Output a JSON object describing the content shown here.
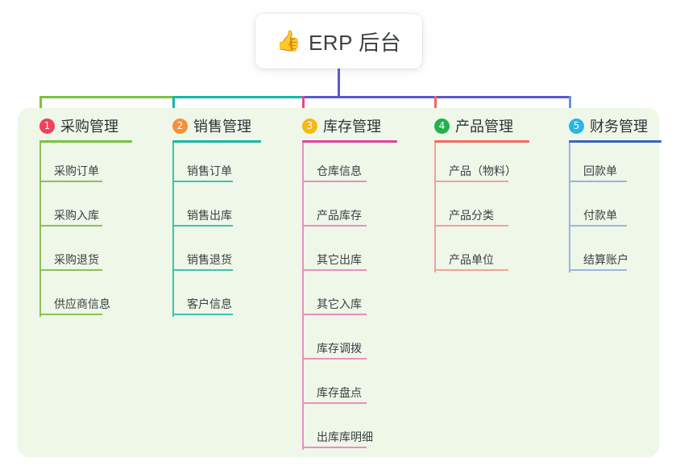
{
  "diagram": {
    "type": "mindmap",
    "root": {
      "emoji": "👍",
      "icon_name": "thumbs-up-emoji",
      "title": "ERP 后台"
    },
    "panel_bg": "#eef7e8",
    "stem_color": "#5a5ad2",
    "bus_segments": [
      {
        "name": "bus-green",
        "color": "#7ac143"
      },
      {
        "name": "bus-teal",
        "color": "#14b8a6"
      },
      {
        "name": "bus-indigo",
        "color": "#5a5ad2"
      }
    ],
    "columns": [
      {
        "index": "1",
        "badge_glyph": "1",
        "badge_color": "#f2415a",
        "title": "采购管理",
        "rule_color": "#7ac143",
        "leaf_color": "#8cc152",
        "drop_color": "#7ac143",
        "items": [
          "采购订单",
          "采购入库",
          "采购退货",
          "供应商信息"
        ]
      },
      {
        "index": "2",
        "badge_glyph": "2",
        "badge_color": "#f5903b",
        "title": "销售管理",
        "rule_color": "#14b8a6",
        "leaf_color": "#3fc2b4",
        "drop_color": "#14b8a6",
        "items": [
          "销售订单",
          "销售出库",
          "销售退货",
          "客户信息"
        ]
      },
      {
        "index": "3",
        "badge_glyph": "3",
        "badge_color": "#f5b914",
        "title": "库存管理",
        "rule_color": "#e040a0",
        "leaf_color": "#eb8ec0",
        "drop_color": "#e8458f",
        "items": [
          "仓库信息",
          "产品库存",
          "其它出库",
          "其它入库",
          "库存调拨",
          "库存盘点",
          "出库库明细"
        ]
      },
      {
        "index": "4",
        "badge_glyph": "4",
        "badge_color": "#22b14c",
        "title": "产品管理",
        "rule_color": "#f4685e",
        "leaf_color": "#f4a09a",
        "drop_color": "#f4685e",
        "items": [
          "产品（物料）",
          "产品分类",
          "产品单位"
        ]
      },
      {
        "index": "5",
        "badge_glyph": "5",
        "badge_color": "#29b6e8",
        "title": "财务管理",
        "rule_color": "#3b62c4",
        "leaf_color": "#9db4e0",
        "drop_color": "#6d8fd6",
        "items": [
          "回款单",
          "付款单",
          "结算账户"
        ]
      }
    ]
  }
}
